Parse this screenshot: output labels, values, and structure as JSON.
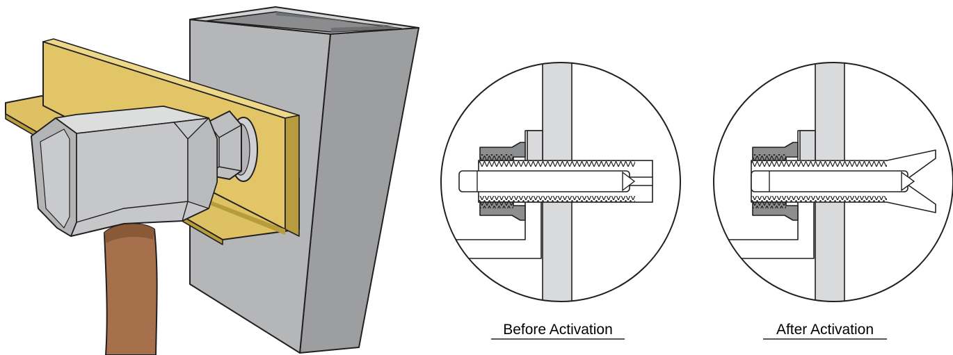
{
  "captions": {
    "before": "Before Activation",
    "after": "After Activation"
  },
  "colors": {
    "angle_bracket": "#dec162",
    "angle_bracket_edge": "#b79c3e",
    "tube_light": "#c9cacb",
    "tube_dark": "#a5a7a9",
    "hammer_head": "#c9cacb",
    "hammer_handle": "#a5704b",
    "nut_dark": "#8d8e90",
    "wall_section": "#d9dadb",
    "outline": "#231f20"
  },
  "scene": {
    "left_view": "hammer-striking-blind-bolt-through-angle-bracket-into-hollow-tube",
    "detail_views": [
      "bolt-before-activation",
      "bolt-after-activation"
    ]
  }
}
